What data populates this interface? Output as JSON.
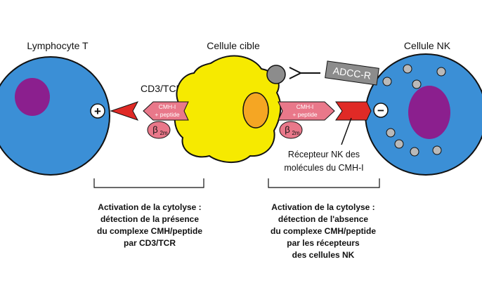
{
  "cells": {
    "t_cell": "Lymphocyte T",
    "target_cell": "Cellule cible",
    "nk_cell": "Cellule NK"
  },
  "receptors": {
    "cd3_tcr": "CD3/TCR",
    "adcc": "ADCC-R",
    "nk_receptor_line1": "Récepteur NK des",
    "nk_receptor_line2": "molécules du CMH-I"
  },
  "mhc": {
    "line1": "CMH-I",
    "line2": "+ peptide",
    "beta": "β",
    "beta_sub": "2m"
  },
  "signs": {
    "plus": "+",
    "minus": "−"
  },
  "captions": {
    "left": [
      "Activation de la cytolyse :",
      "détection de la présence",
      "du complexe CMH/peptide",
      "par CD3/TCR"
    ],
    "right": [
      "Activation de la cytolyse :",
      "détection de l'absence",
      "du complexe CMH/peptide",
      "par les récepteurs",
      "des cellules NK"
    ]
  },
  "colors": {
    "cell_blue": "#3b8fd6",
    "nucleus_purple": "#8b1f8e",
    "target_yellow": "#f6ea00",
    "receptor_red": "#e02a26",
    "mhc_pink": "#e9788a",
    "orange_vesicle": "#f5a623",
    "adcc_gray": "#8c8c8c"
  }
}
